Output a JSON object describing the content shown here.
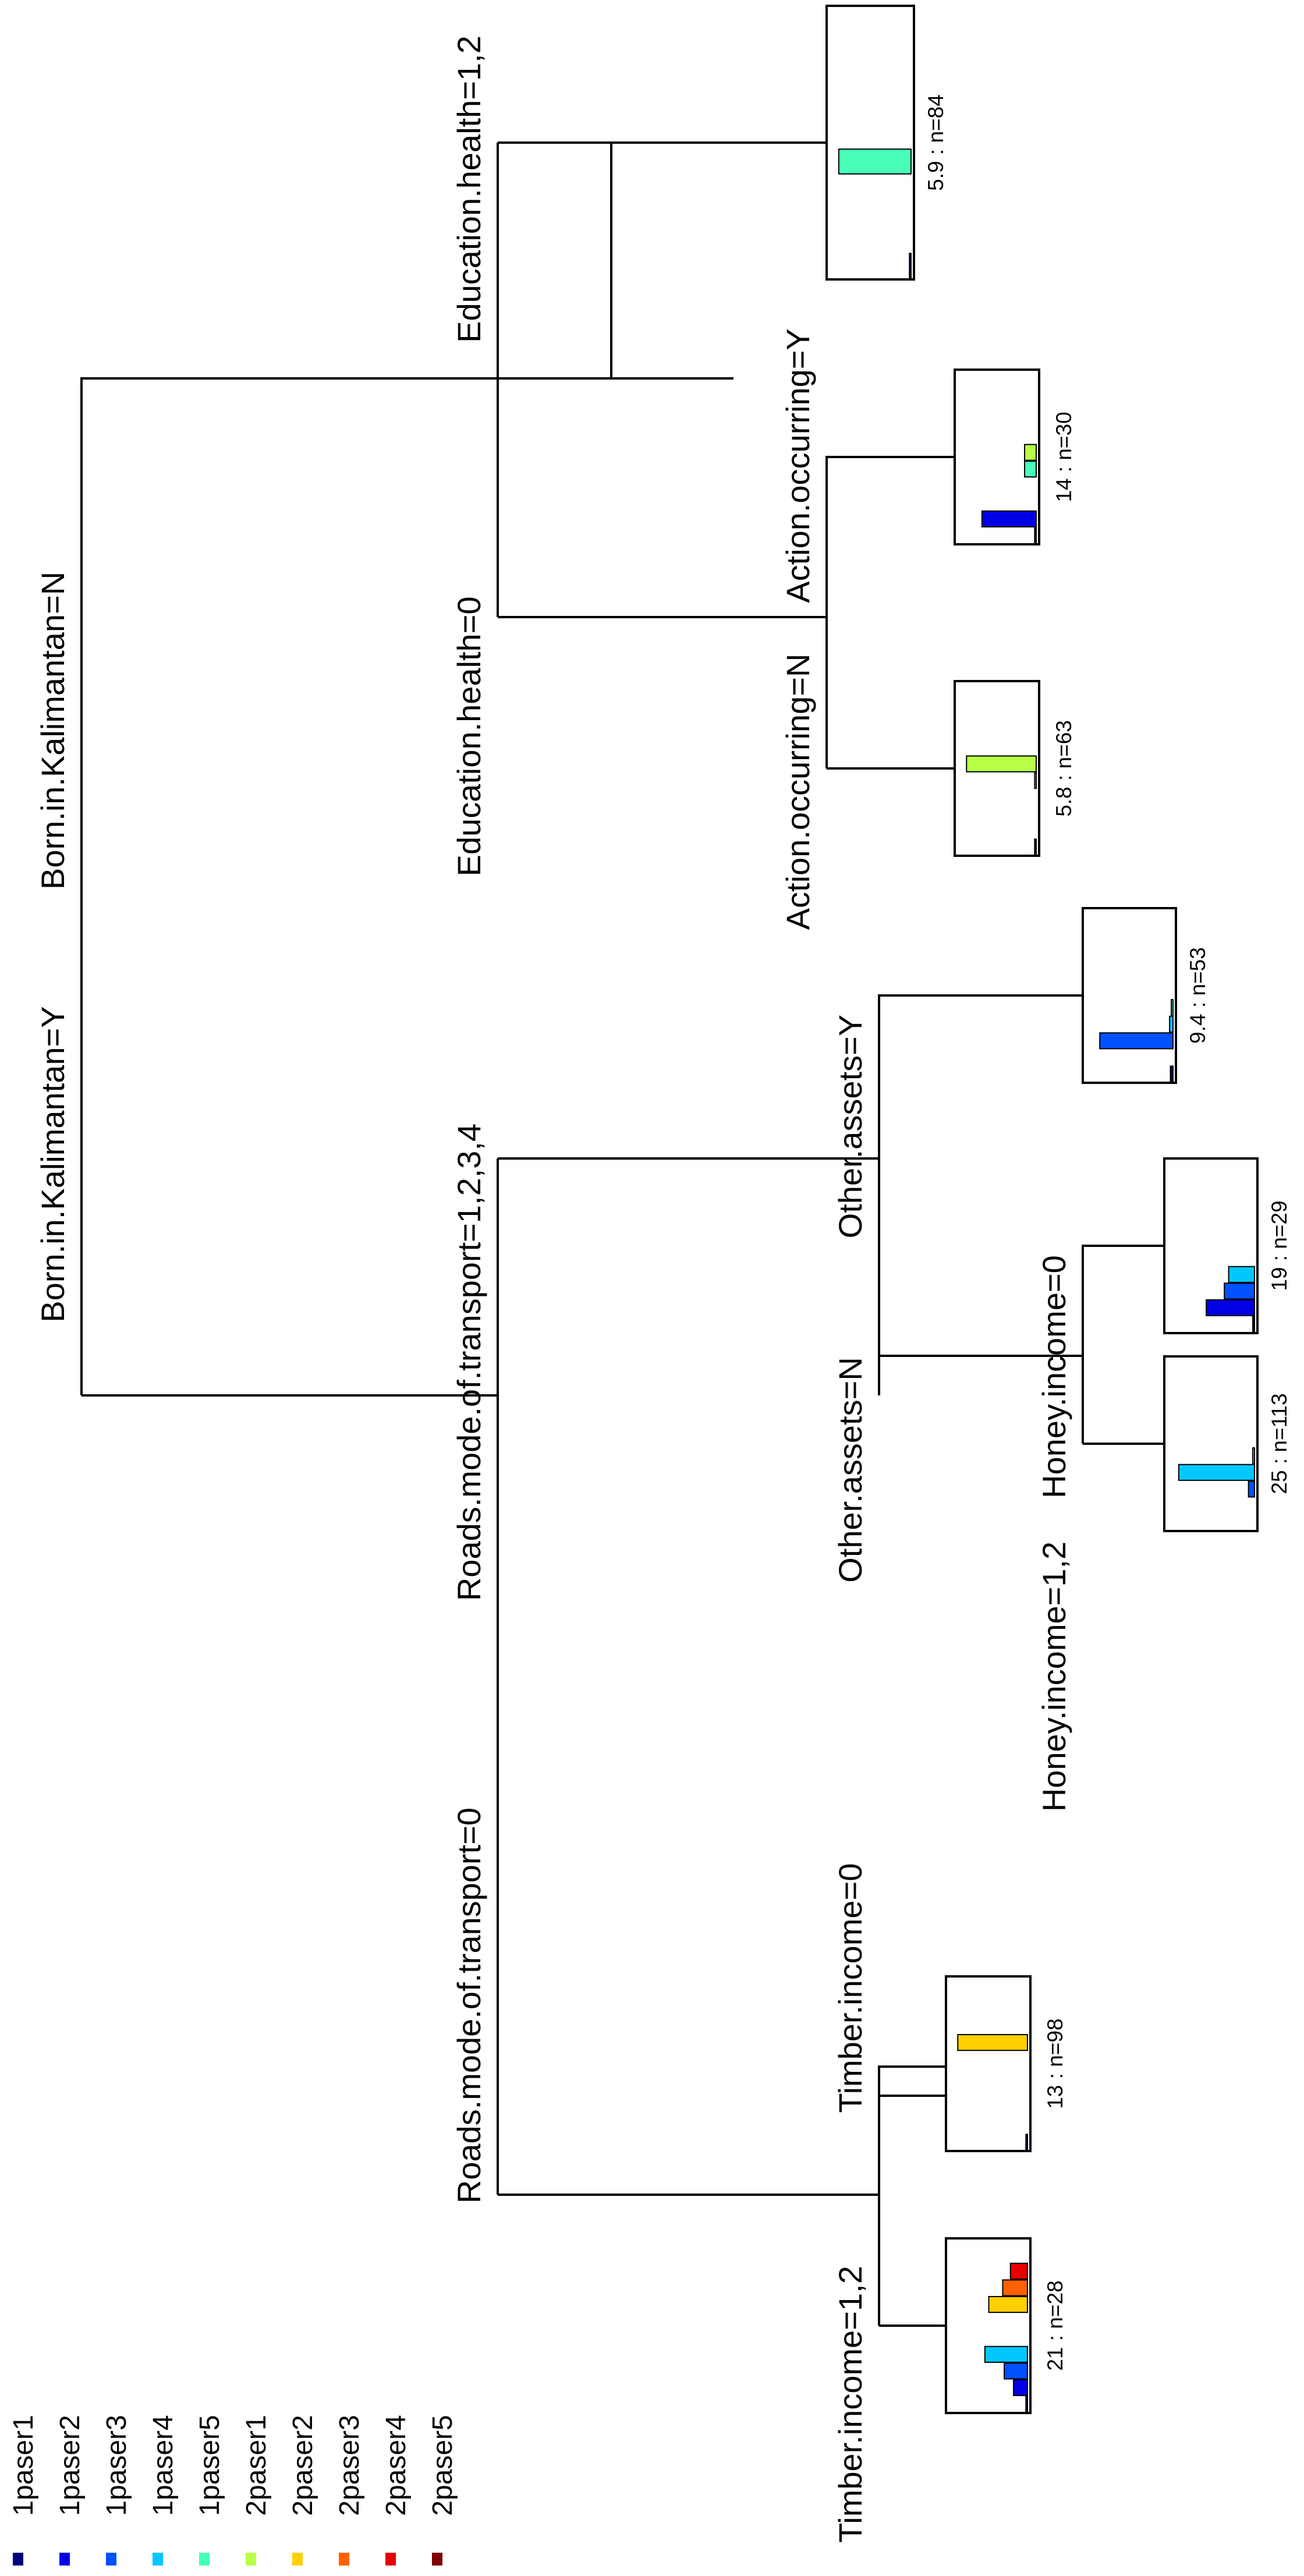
{
  "legend": [
    {
      "label": "1paser1",
      "color": "#00007F"
    },
    {
      "label": "1paser2",
      "color": "#0000E6"
    },
    {
      "label": "1paser3",
      "color": "#0051FF"
    },
    {
      "label": "1paser4",
      "color": "#00C8FF"
    },
    {
      "label": "1paser5",
      "color": "#47FFB8"
    },
    {
      "label": "2paser1",
      "color": "#B8FF47"
    },
    {
      "label": "2paser2",
      "color": "#FFD000"
    },
    {
      "label": "2paser3",
      "color": "#FF6100"
    },
    {
      "label": "2paser4",
      "color": "#E60000"
    },
    {
      "label": "2paser5",
      "color": "#7F0000"
    }
  ],
  "splits": {
    "root_left": "Born.in.Kalimantan=Y",
    "root_right": "Born.in.Kalimantan=N",
    "roads_left": "Roads.mode.of.transport=0",
    "roads_right": "Roads.mode.of.transport=1,2,3,4",
    "timber_left": "Timber.income=1,2",
    "timber_right": "Timber.income=0",
    "other_left": "Other.assets=N",
    "other_right": "Other.assets=Y",
    "honey_left": "Honey.income=1,2",
    "honey_right": "Honey.income=0",
    "edu_left": "Education.health=0",
    "edu_right": "Education.health=1,2",
    "action_left": "Action.occurring=N",
    "action_right": "Action.occurring=Y"
  },
  "leaves": [
    {
      "id": "timber12",
      "label": "21 : n=28",
      "values": [
        0.02,
        0.18,
        0.3,
        0.55,
        0.0,
        0.0,
        0.5,
        0.32,
        0.22,
        0.0
      ]
    },
    {
      "id": "timber0",
      "label": "13 : n=98",
      "values": [
        0.02,
        0.0,
        0.0,
        0.0,
        0.0,
        0.0,
        0.9,
        0.0,
        0.0,
        0.0
      ]
    },
    {
      "id": "honey12",
      "label": "25 : n=113",
      "values": [
        0.0,
        0.0,
        0.07,
        0.88,
        0.02,
        0.0,
        0.0,
        0.0,
        0.0,
        0.0
      ]
    },
    {
      "id": "honey0",
      "label": "19 : n=29",
      "values": [
        0.02,
        0.56,
        0.35,
        0.3,
        0.0,
        0.0,
        0.0,
        0.0,
        0.0,
        0.0
      ]
    },
    {
      "id": "assetsY",
      "label": "9.4 : n=53",
      "values": [
        0.03,
        0.0,
        0.85,
        0.04,
        0.02,
        0.0,
        0.0,
        0.0,
        0.0,
        0.0
      ]
    },
    {
      "id": "actionN",
      "label": "5.8 : n=63",
      "values": [
        0.02,
        0.0,
        0.0,
        0.0,
        0.02,
        0.9,
        0.0,
        0.0,
        0.0,
        0.0
      ]
    },
    {
      "id": "actionY",
      "label": "14 : n=30",
      "values": [
        0.02,
        0.7,
        0.0,
        0.0,
        0.15,
        0.15,
        0.0,
        0.0,
        0.0,
        0.0
      ]
    },
    {
      "id": "eduY",
      "label": "5.9 : n=84",
      "values": [
        0.02,
        0.0,
        0.0,
        0.0,
        0.9,
        0.0,
        0.0,
        0.0,
        0.0,
        0.0
      ]
    }
  ]
}
